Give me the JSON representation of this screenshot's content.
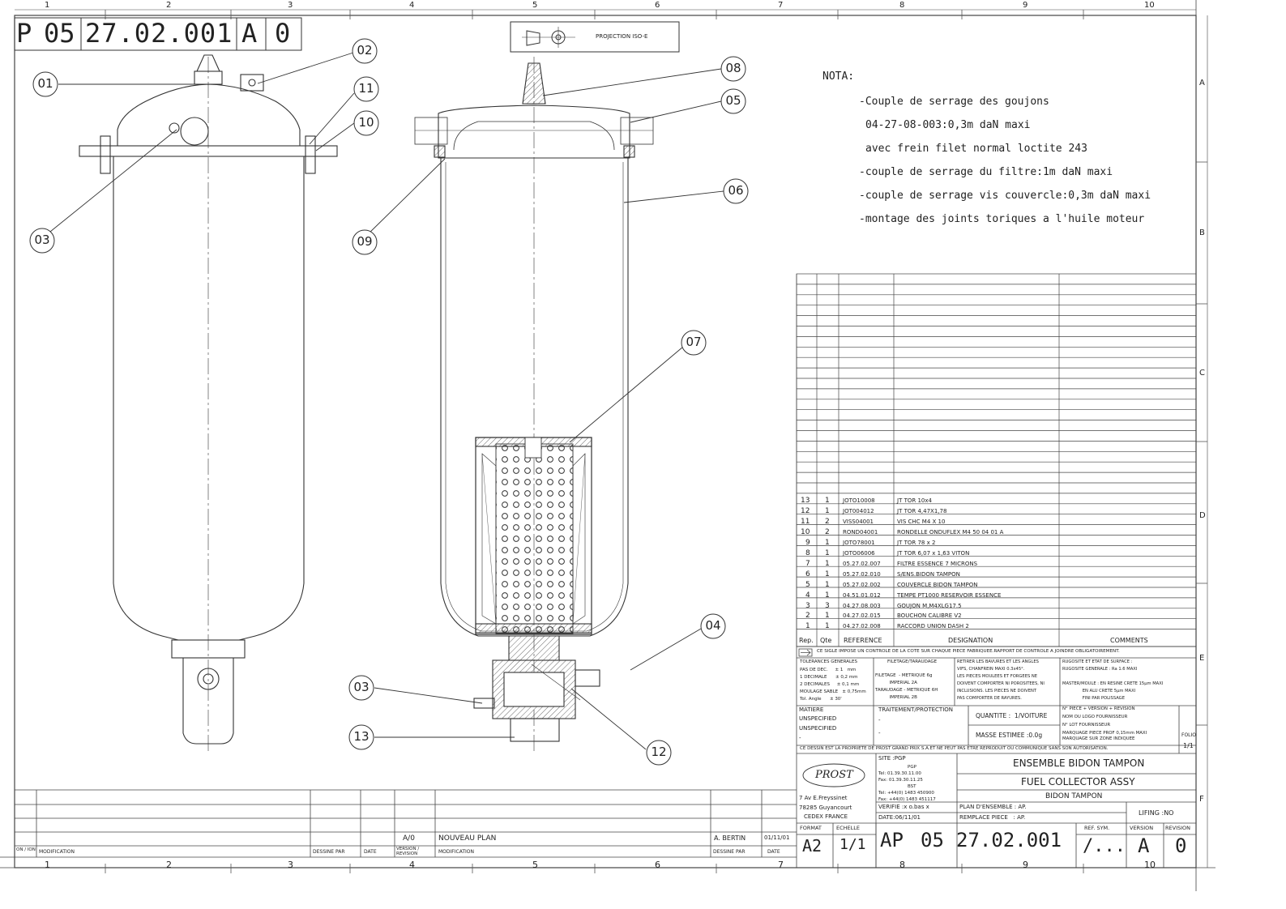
{
  "header": {
    "prefix": "P",
    "group": "05",
    "number": "27.02.001",
    "version": "A",
    "revision": "0"
  },
  "projection": {
    "label": "PROJECTION ISO-E"
  },
  "grid": {
    "top_cols": [
      "1",
      "2",
      "3",
      "4",
      "5",
      "6",
      "7",
      "8",
      "9",
      "10"
    ],
    "bottom_cols": [
      "1",
      "2",
      "3",
      "4",
      "5",
      "6",
      "7",
      "8",
      "9",
      "10"
    ],
    "rows": [
      "A",
      "B",
      "C",
      "D",
      "E",
      "F"
    ]
  },
  "balloons": [
    "01",
    "02",
    "03",
    "11",
    "10",
    "08",
    "05",
    "06",
    "09",
    "07",
    "04",
    "03",
    "13",
    "12"
  ],
  "nota": {
    "title": "NOTA:",
    "lines": [
      "-Couple de serrage des goujons",
      "04-27-08-003:0,3m daN maxi",
      "avec frein filet normal loctite 243",
      "-couple de serrage du filtre:1m daN maxi",
      "-couple de serrage vis couvercle:0,3m daN maxi",
      "-montage des joints toriques a l'huile moteur"
    ]
  },
  "bom": {
    "headers": [
      "Rep.",
      "Qte",
      "REFERENCE",
      "DESIGNATION",
      "COMMENTS"
    ],
    "rows": [
      [
        "13",
        "1",
        "JOTO10008",
        "JT TOR 10x4",
        ""
      ],
      [
        "12",
        "1",
        "JOT004012",
        "JT TOR 4,47X1,78",
        ""
      ],
      [
        "11",
        "2",
        "VISS04001",
        "VIS CHC M4 X 10",
        ""
      ],
      [
        "10",
        "2",
        "ROND04001",
        "RONDELLE ONDUFLEX M4 50 04 01 A",
        ""
      ],
      [
        "9",
        "1",
        "JOTO78001",
        "JT TOR 78 x 2",
        ""
      ],
      [
        "8",
        "1",
        "JOTO06006",
        "JT TOR 6,07 x 1,63 VITON",
        ""
      ],
      [
        "7",
        "1",
        "05.27.02.007",
        "FILTRE ESSENCE 7 MICRONS",
        ""
      ],
      [
        "6",
        "1",
        "05.27.02.010",
        "S/ENS.BIDON TAMPON",
        ""
      ],
      [
        "5",
        "1",
        "05.27.02.002",
        "COUVERCLE BIDON TAMPON",
        ""
      ],
      [
        "4",
        "1",
        "04.51.01.012",
        "TEMPE PT1000 RESERVOIR ESSENCE",
        ""
      ],
      [
        "3",
        "3",
        "04.27.08.003",
        "GOUJON M,M4XLG17.5",
        ""
      ],
      [
        "2",
        "1",
        "04.27.02.015",
        "BOUCHON CALIBRE V2",
        ""
      ],
      [
        "1",
        "1",
        "04.27.02.008",
        "RACCORD UNION DASH 2",
        ""
      ]
    ]
  },
  "titleblock": {
    "note_line": "CE SIGLE IMPOSE UN CONTROLE DE LA COTE SUR CHAQUE PIECE FABRIQUEE.RAPPORT DE CONTROLE A JOINDRE OBLIGATOIREMENT.",
    "tolerances": {
      "title": "TOLERANCES GENERALES",
      "lines": [
        "PAS DE DEC.     ± 1   mm",
        "1 DECIMALE      ± 0,2 mm",
        "2 DECIMALES     ± 0,1 mm",
        "MOULAGE SABLE   ± 0,75mm",
        "Tol. Angle      ± 30'"
      ]
    },
    "filetage": {
      "title": "FILETAGE/TARAUDAGE",
      "lines": [
        "FILETAGE  - METRIQUE 6g",
        "          IMPERIAL 2A",
        "TARAUDAGE - METRIQUE 6H",
        "          IMPERIAL 2B"
      ]
    },
    "bavures": {
      "lines": [
        "RETIRER LES BAVURES ET LES ANGLES",
        "VIFS, CHANFREIN MAXI 0.3x45°.",
        "LES PIECES MOULEES ET FORGEES NE",
        "DOIVENT COMPORTER NI POROSITEES, NI",
        "INCLUSIONS. LES PIECES NE DOIVENT",
        "PAS COMPORTER DE RAYURES."
      ]
    },
    "rugosite": {
      "lines": [
        "RUGOSITE ET ETAT DE SURFACE :",
        "RUGOSITE GENERALE : Ra 1.6 MAXI",
        "",
        "MASTER/MOULE : EN RESINE CRETE 15µm MAXI",
        "               EN ALU CRETE 5µm MAXI",
        "               FINI PAR POLISSAGE"
      ]
    },
    "matiere": {
      "title": "MATIERE",
      "v1": "UNSPECIFIED",
      "v2": "UNSPECIFIED",
      "v3": "-"
    },
    "traitement": {
      "title": "TRAITEMENT/PROTECTION",
      "v1": "-",
      "v2": "-"
    },
    "quantite": "QUANTITE :  1/VOITURE",
    "masse": "MASSE ESTIMEE :0.0g",
    "piece": {
      "lines": [
        "N° PIECE + VERSION + REVISION",
        "NOM OU LOGO FOURNISSEUR",
        "N° LOT FOURNISSEUR",
        "MARQUAGE PIECE PROF 0,15mm MAXI",
        "MARQUAGE SUR ZONE INDIQUEE"
      ]
    },
    "folio": {
      "label": "FOLIO",
      "value": "1/1"
    },
    "proprietary": "CE DESSIN EST LA PROPRIETE DE PROST GRAND PRIX S.A.ET NE PEUT PAS ETRE REPRODUIT OU COMMUNIQUE SANS SON AUTORISATION.",
    "company": {
      "logo": "PROST",
      "site": "SITE :PGP",
      "site_lines": [
        "PGP",
        "Tel: 01.39.30.11.00",
        "Fax: 01.39.30.11.25",
        "BST",
        "Tel: +44(0) 1483 450900",
        "Fax: +44(0) 1483 451117"
      ],
      "address": [
        "7 Av E.Freyssinet",
        "78285 Guyancourt",
        "CEDEX FRANCE"
      ]
    },
    "verifie": "VERIFIE :x o.bas x",
    "date": "DATE:06/11/01",
    "plan_ensemble": "PLAN D'ENSEMBLE : AP.",
    "remplace": "REMPLACE PIECE   : AP.",
    "titles": [
      "ENSEMBLE BIDON TAMPON",
      "FUEL COLLECTOR ASSY",
      "BIDON TAMPON"
    ],
    "lifing": "LIFING :NO",
    "format": {
      "label": "FORMAT",
      "value": "A2"
    },
    "echelle": {
      "label": "ECHELLE",
      "value": "1/1"
    },
    "code": {
      "prefix": "AP",
      "group": "05",
      "number": "27.02.001"
    },
    "ref_sym": {
      "label": "REF. SYM.",
      "value": "/..."
    },
    "version": {
      "label": "VERSION",
      "value": "A"
    },
    "revision": {
      "label": "REVISION",
      "value": "0"
    }
  },
  "revisions": {
    "row": {
      "mark": "A/0",
      "modification": "NOUVEAU PLAN",
      "dessine_par": "A. BERTIN",
      "date": "01/11/01"
    },
    "headers": [
      "ON / ION",
      "MODIFICATION",
      "DESSINE PAR",
      "DATE",
      "VERSION / REVISION",
      "MODIFICATION",
      "DESSINE PAR",
      "DATE"
    ]
  }
}
